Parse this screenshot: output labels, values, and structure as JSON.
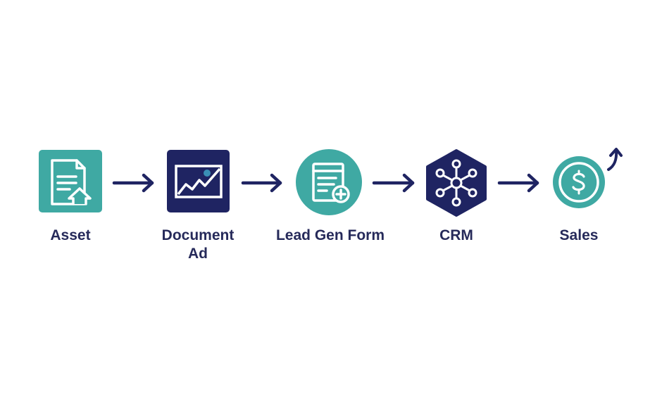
{
  "colors": {
    "teal": "#3fa9a3",
    "navy": "#1f2462",
    "text": "#262a5a"
  },
  "steps": [
    {
      "label": "Asset",
      "icon": "document-upload-icon"
    },
    {
      "label_line1": "Document",
      "label_line2": "Ad",
      "icon": "chart-image-icon"
    },
    {
      "label": "Lead Gen Form",
      "icon": "form-add-icon"
    },
    {
      "label": "CRM",
      "icon": "network-hub-icon"
    },
    {
      "label": "Sales",
      "icon": "dollar-coin-icon"
    }
  ]
}
